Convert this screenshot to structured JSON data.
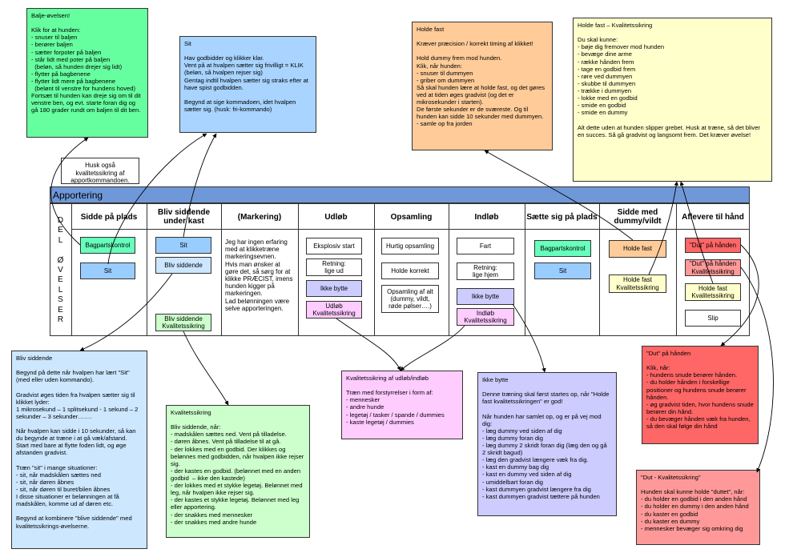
{
  "diagram": {
    "title": "Apportering",
    "side_label": "D\nE\nL\n\nØ\nV\nE\nL\nS\nE\nR",
    "columns": [
      "Sidde på plads",
      "Bliv siddende under kast",
      "(Markering)",
      "Udløb",
      "Opsamling",
      "Indløb",
      "Sætte sig på plads",
      "Sidde med dummy/vildt",
      "Aflevere til hånd"
    ],
    "boxes": {
      "sidde_bagpartskontrol": "Bagpartskontrol",
      "sidde_sit": "Sit",
      "bliv_sit": "Sit",
      "bliv_siddende": "Bliv siddende",
      "bliv_kvalitet": "Bliv siddende\nKvalitetssikring",
      "markering_text": "Jeg har ingen erfaring med at klikketræne markeringsevnen.\nHvis man ønsker at gøre det, så sørg for at klikke PRÆCIST, imens hunden kigger på markeringen.\nLad belønningen være selve apporteringen.",
      "udlob_eksplosiv": "Eksplosiv start",
      "udlob_retning": "Retning:\nlige ud",
      "udlob_ikke_bytte": "Ikke bytte",
      "udlob_kvalitet": "Udløb\nKvalitetssikring",
      "ops_hurtig": "Hurtig opsamling",
      "ops_holde": "Holde korrekt",
      "ops_af_alt": "Opsamling af alt\n(dummy, vildt,\nrøde pølser….)",
      "ind_fart": "Fart",
      "ind_retning": "Retning:\nlige hjem",
      "ind_ikke_bytte": "Ikke bytte",
      "ind_kvalitet": "Indløb\nKvalitetssikring",
      "saette_bagpart": "Bagpartskontrol",
      "saette_sit": "Sit",
      "sidde_holde_fast": "Holde fast",
      "sidde_holde_kval": "Holde fast\nKvalitetssikring",
      "afl_dut": "\"Dut\" på hånden",
      "afl_dut_kval": "\"Dut\" på hånden\nKvalitetssikring",
      "afl_holde_kval": "Holde fast\nKvalitetssikring",
      "afl_slip": "Slip"
    },
    "notes": {
      "balje": "Balje-øvelsen!\n\nKlik for at hunden:\n- snuser til baljen\n- berører baljen\n- sætter forpoter på baljen\n- står lidt med poter på baljen\n  (beløn, så hunden drejer sig lidt)\n- flytter på bagbenene\n- flytter lidt mere på bagbenene\n  (belønt til venstre for hundens hoved)\nFortsæt til hunden kan dreje sig om til dit venstre ben, og evt. starte foran dig og gå 180 grader rundt om baljen til dit ben.",
      "husk": "Husk også\nkvalitetssikring af\napportkommandoen.",
      "sit": "Sit\n\nHav godbidder og klikker klar.\nVent på at hvalpen sætter sig frivilligt = KLIK\n(beløn, så hvalpen rejser sig)\nGentag indtil hvalpen sætter sig straks efter at have spist godbidden.\n\nBegynd at sige kommadoen, idet hvalpen sætter sig. (husk: fri-kommando)",
      "holde_fast": "Holde fast\n\nKræver præcision / korrekt timing af klikket!\n\nHold dummy frem mod hunden.\nKlik, når hunden:\n- snuser til dummyen\n- griber om dummyen\nSå skal hunden lære at holde fast, og det gøres ved at tiden øges gradvist (og det er mikrosekunder i starten).\nDe første sekunder er de sværeste. Og til hunden kan sidde 10 sekunder med dummyen.\n- samle op fra jorden",
      "holde_fast_kval": "Holde fast – Kvalitetssikring\n\nDu skal kunne:\n- bøje dig fremover mod hunden\n- bevæge dine arme\n- række hånden frem\n- tage en godbid frem\n- røre ved dummyen\n- skubbe til dummyen\n- trække i dummyen\n- lokke med en godbid\n- smide en godbid\n- smide en dummy\n\nAlt dette uden at hunden slipper grebet. Husk at træne, så det bliver en succes. Så gå gradvist og langsomt frem. Det kræver øvelse!",
      "bliv_siddende": "Bliv siddende\n\nBegynd på dette når hvalpen har lært \"Sit\" (med eller uden kommando).\n\nGradvist øges tiden fra hvalpen sætter sig til klikket lyder:\n1 mikrosekund – 1 splitsekund - 1 sekund – 2 sekunder – 3 sekunder…….\n\nNår hvalpen kan sidde i 10 sekunder, så kan du begynde at træne i at gå væk/afstand.\nStart med bare at flytte foden lidt, og øge afstanden gradvist.\n\nTræn \"sit\" i mange situationer:\n- sit, når madskålen sættes ned\n- sit, når døren åbnes\n- sit, når døren til buret/bilen åbnes\nI disse situationer er belønningen at få madskålen, komme ud af døren etc.\n\nBegynd at kombinere \"blive siddende\" med kvalitetssikrings-øvelserne.",
      "kvalitet_bliv": "Kvalitetssikring\n\nBliv siddende, når:\n- madskålen sættes ned. Vent på tilladelse.\n- døren åbnes. Vent på tilladelse til at gå.\n- der lokkes med en godbid. Der klikkes og belønnes med godbidden, når hvalpen ikke rejser sig.\n- der kastes en godbid. (belønnet med en anden godbid  – ikke den kastede)\n- der lokkes med et stykke legetøj. Belønnet med leg, når hvalpen ikke rejser sig.\n- der kastes et stykke legetøj. Belønnet med leg eller apportering.\n- der snakkes med mennesker\n- der snakkes med andre hunde",
      "kvalitet_udlob": "Kvalitetssikring af udløb/indløb\n\nTræn med forstyrrelser i form af:\n- mennesker\n- andre hunde\n- legetøj / tasker / spande / dummies\n- kaste legetøj / dummies",
      "ikke_bytte": "Ikke bytte\n\nDenne træning skal først startes op, når \"Holde fast kvalitetssikringen\" er god!\n\nNår hunden har samlet op, og er på vej mod dig:\n- læg dummy ved siden af dig\n- læg dummy foran dig\n- læg dummy 2 skridt foran dig (læg den og gå 2 skridt bagud)\n- læg den gradvist længere væk fra dig.\n- kast en dummy bag dig\n- kast en dummy ved siden af dig\n- umiddelbart foran dig\n- kast dummyen gradvist længere fra dig\n- kast dummyen gradvist tættere på hunden",
      "dut": "\"Dut\" på hånden\n\nKlik, når:\n- hundens snude berører hånden.\n- du holder hånden i forskellige positioner og hundens snude berører hånden.\n- øg gradvist tiden, hvor hundens snude berører din hånd.\n- du bevæger hånden væk fra hunden, så den skal følge din hånd",
      "dut_kval": "\"Dut - Kvalitetssikring\"\n\nHunden skal kunne holde \"duttet\", når:\n- du holder en godbid i den anden hånd\n- du holder en dummy i den anden hånd\n- du kaster en godbid\n- du kaster en dummy\n- mennesker bevæger sig omkring dig"
    },
    "colors": {
      "balje": "#66ffa0",
      "sit": "#a8d4ff",
      "holde": "#ffcc99",
      "holde_kval": "#ffffcc",
      "bliv": "#cde7ff",
      "kval_bliv": "#ccffcc",
      "kval_udlob": "#ffccff",
      "ikke_bytte": "#ccccff",
      "dut": "#ff6666",
      "dut_kval": "#ff9999",
      "banner": "#6f98d8",
      "box_green": "#66ffbb",
      "box_blue": "#99ccff",
      "box_lightblue": "#cce6ff",
      "box_mint": "#ccffcc",
      "box_lavender": "#ccccff",
      "box_pink": "#ffccff",
      "box_orange": "#ffcc99",
      "box_yellow": "#ffffcc",
      "box_red": "#ff6666",
      "box_rose": "#ff9999"
    }
  }
}
